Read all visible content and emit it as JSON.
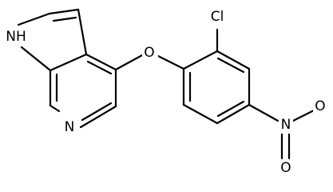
{
  "molecule": {
    "atoms": {
      "nh": "NH",
      "n_pyridine": "N",
      "o_ether": "O",
      "cl": "Cl",
      "n_nitro": "N",
      "o_nitro_top": "O",
      "o_nitro_bottom": "O"
    },
    "colors": {
      "bond": "#000000",
      "label": "#000000",
      "background": "#ffffff"
    }
  }
}
